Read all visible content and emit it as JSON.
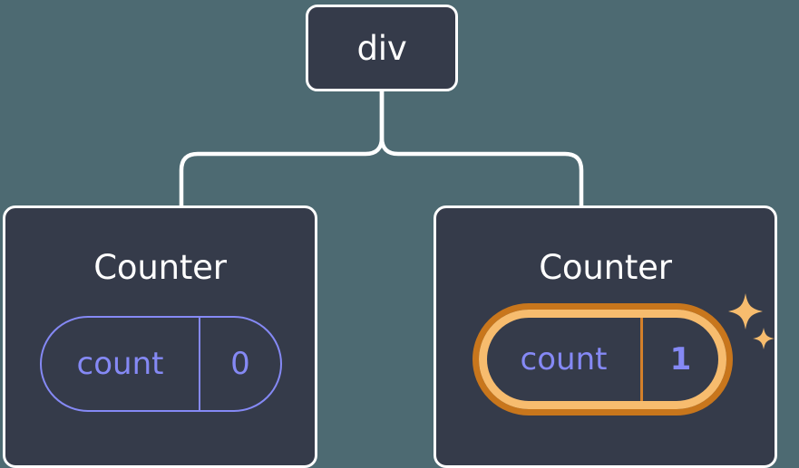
{
  "diagram": {
    "type": "component-tree",
    "background_color": "#4d6a72",
    "node_fill_color": "#353b4a",
    "node_border_color": "#ffffff",
    "connector_color": "#ffffff",
    "state_accent_color": "#8589f5",
    "highlight_outer_color": "#c8761c",
    "highlight_inner_color": "#f7bc6e",
    "sparkle_color": "#f7bc6e"
  },
  "root": {
    "label": "div"
  },
  "children": [
    {
      "label": "Counter",
      "state": {
        "key": "count",
        "value": "0"
      },
      "highlighted": false
    },
    {
      "label": "Counter",
      "state": {
        "key": "count",
        "value": "1"
      },
      "highlighted": true,
      "sparkle_icons": [
        "sparkle-large-icon",
        "sparkle-small-icon"
      ]
    }
  ],
  "edges": [
    {
      "from": "div",
      "to": "Counter (left)"
    },
    {
      "from": "div",
      "to": "Counter (right)"
    }
  ]
}
